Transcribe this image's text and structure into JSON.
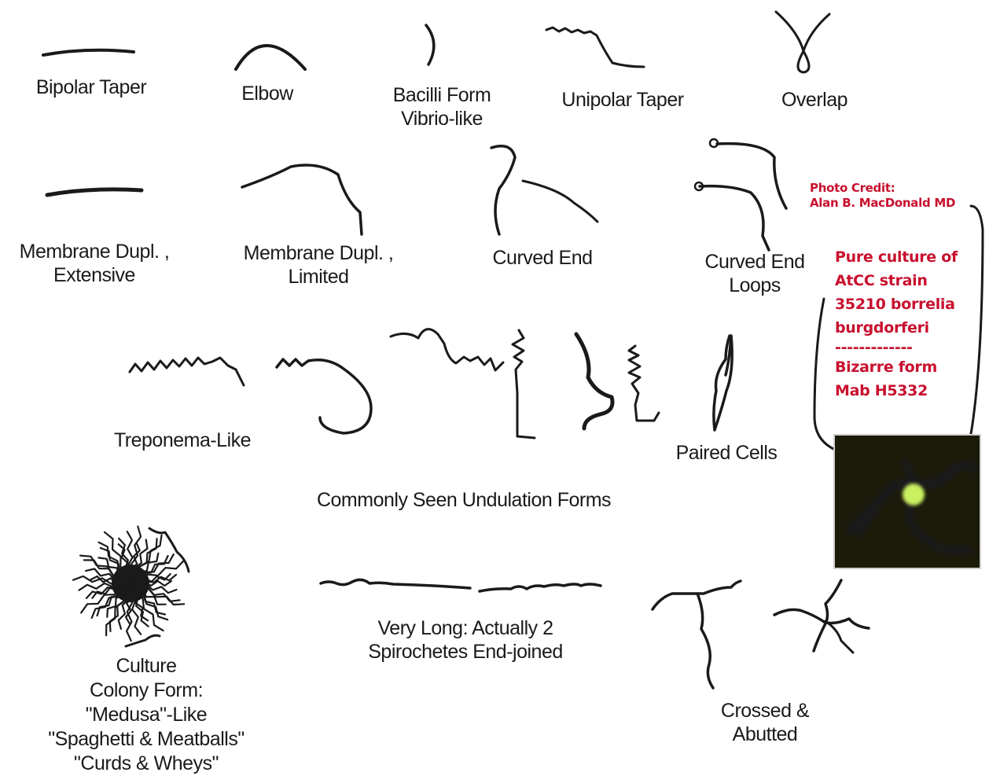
{
  "labels": {
    "bipolar_taper": "Bipolar Taper",
    "elbow": "Elbow",
    "bacilli_line1": "Bacilli Form",
    "bacilli_line2": "Vibrio-like",
    "unipolar_taper": "Unipolar Taper",
    "overlap": "Overlap",
    "membrane_ext_line1": "Membrane Dupl. ,",
    "membrane_ext_line2": "Extensive",
    "membrane_lim_line1": "Membrane Dupl. ,",
    "membrane_lim_line2": "Limited",
    "curved_end": "Curved End",
    "curved_loops_line1": "Curved End",
    "curved_loops_line2": "Loops",
    "treponema": "Treponema-Like",
    "paired_cells": "Paired Cells",
    "undulation_caption": "Commonly Seen Undulation Forms",
    "culture_line1": "Culture",
    "culture_line2": "Colony Form:",
    "culture_line3": "\"Medusa\"-Like",
    "culture_line4": "\"Spaghetti & Meatballs\"",
    "culture_line5": "\"Curds & Wheys\"",
    "very_long_line1": "Very  Long:  Actually  2",
    "very_long_line2": "Spirochetes  End-joined",
    "crossed_line1": "Crossed &",
    "crossed_line2": "Abutted"
  },
  "annotation": {
    "credit_line1": "Photo Credit:",
    "credit_line2": "Alan B. MacDonald MD",
    "culture_line1": "Pure culture of",
    "culture_line2": "AtCC strain",
    "culture_line3": "35210 borrelia",
    "culture_line4": "burgdorferi",
    "separator": "-------------",
    "bizarre_line1": "Bizarre form",
    "bizarre_line2": "Mab  H5332"
  },
  "colors": {
    "ink": "#1a1a1a",
    "annotation_red": "#c8102e",
    "photo_bg": "#1c1a08",
    "photo_glow": "#8ee52a"
  }
}
